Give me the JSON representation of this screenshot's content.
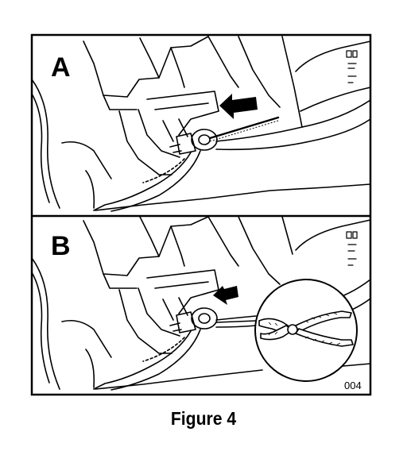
{
  "panels": [
    {
      "label": "A"
    },
    {
      "label": "B"
    }
  ],
  "reference_code": "004",
  "caption": "Figure 4",
  "colors": {
    "ink": "#000000",
    "paper": "#ffffff"
  }
}
